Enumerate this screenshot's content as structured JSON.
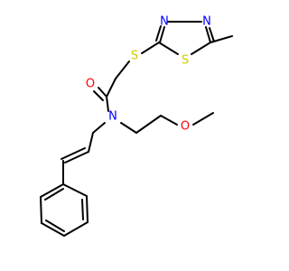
{
  "molecule": {
    "atoms": {
      "n_thiadiazole_1": {
        "label": "N",
        "color": "#0000ff"
      },
      "n_thiadiazole_2": {
        "label": "N",
        "color": "#0000ff"
      },
      "s_thioether": {
        "label": "S",
        "color": "#cccc00"
      },
      "s_ring": {
        "label": "S",
        "color": "#cccc00"
      },
      "o_carbonyl": {
        "label": "O",
        "color": "#ff0000"
      },
      "n_amide": {
        "label": "N",
        "color": "#0000ff"
      },
      "o_ether": {
        "label": "O",
        "color": "#ff0000"
      }
    }
  }
}
